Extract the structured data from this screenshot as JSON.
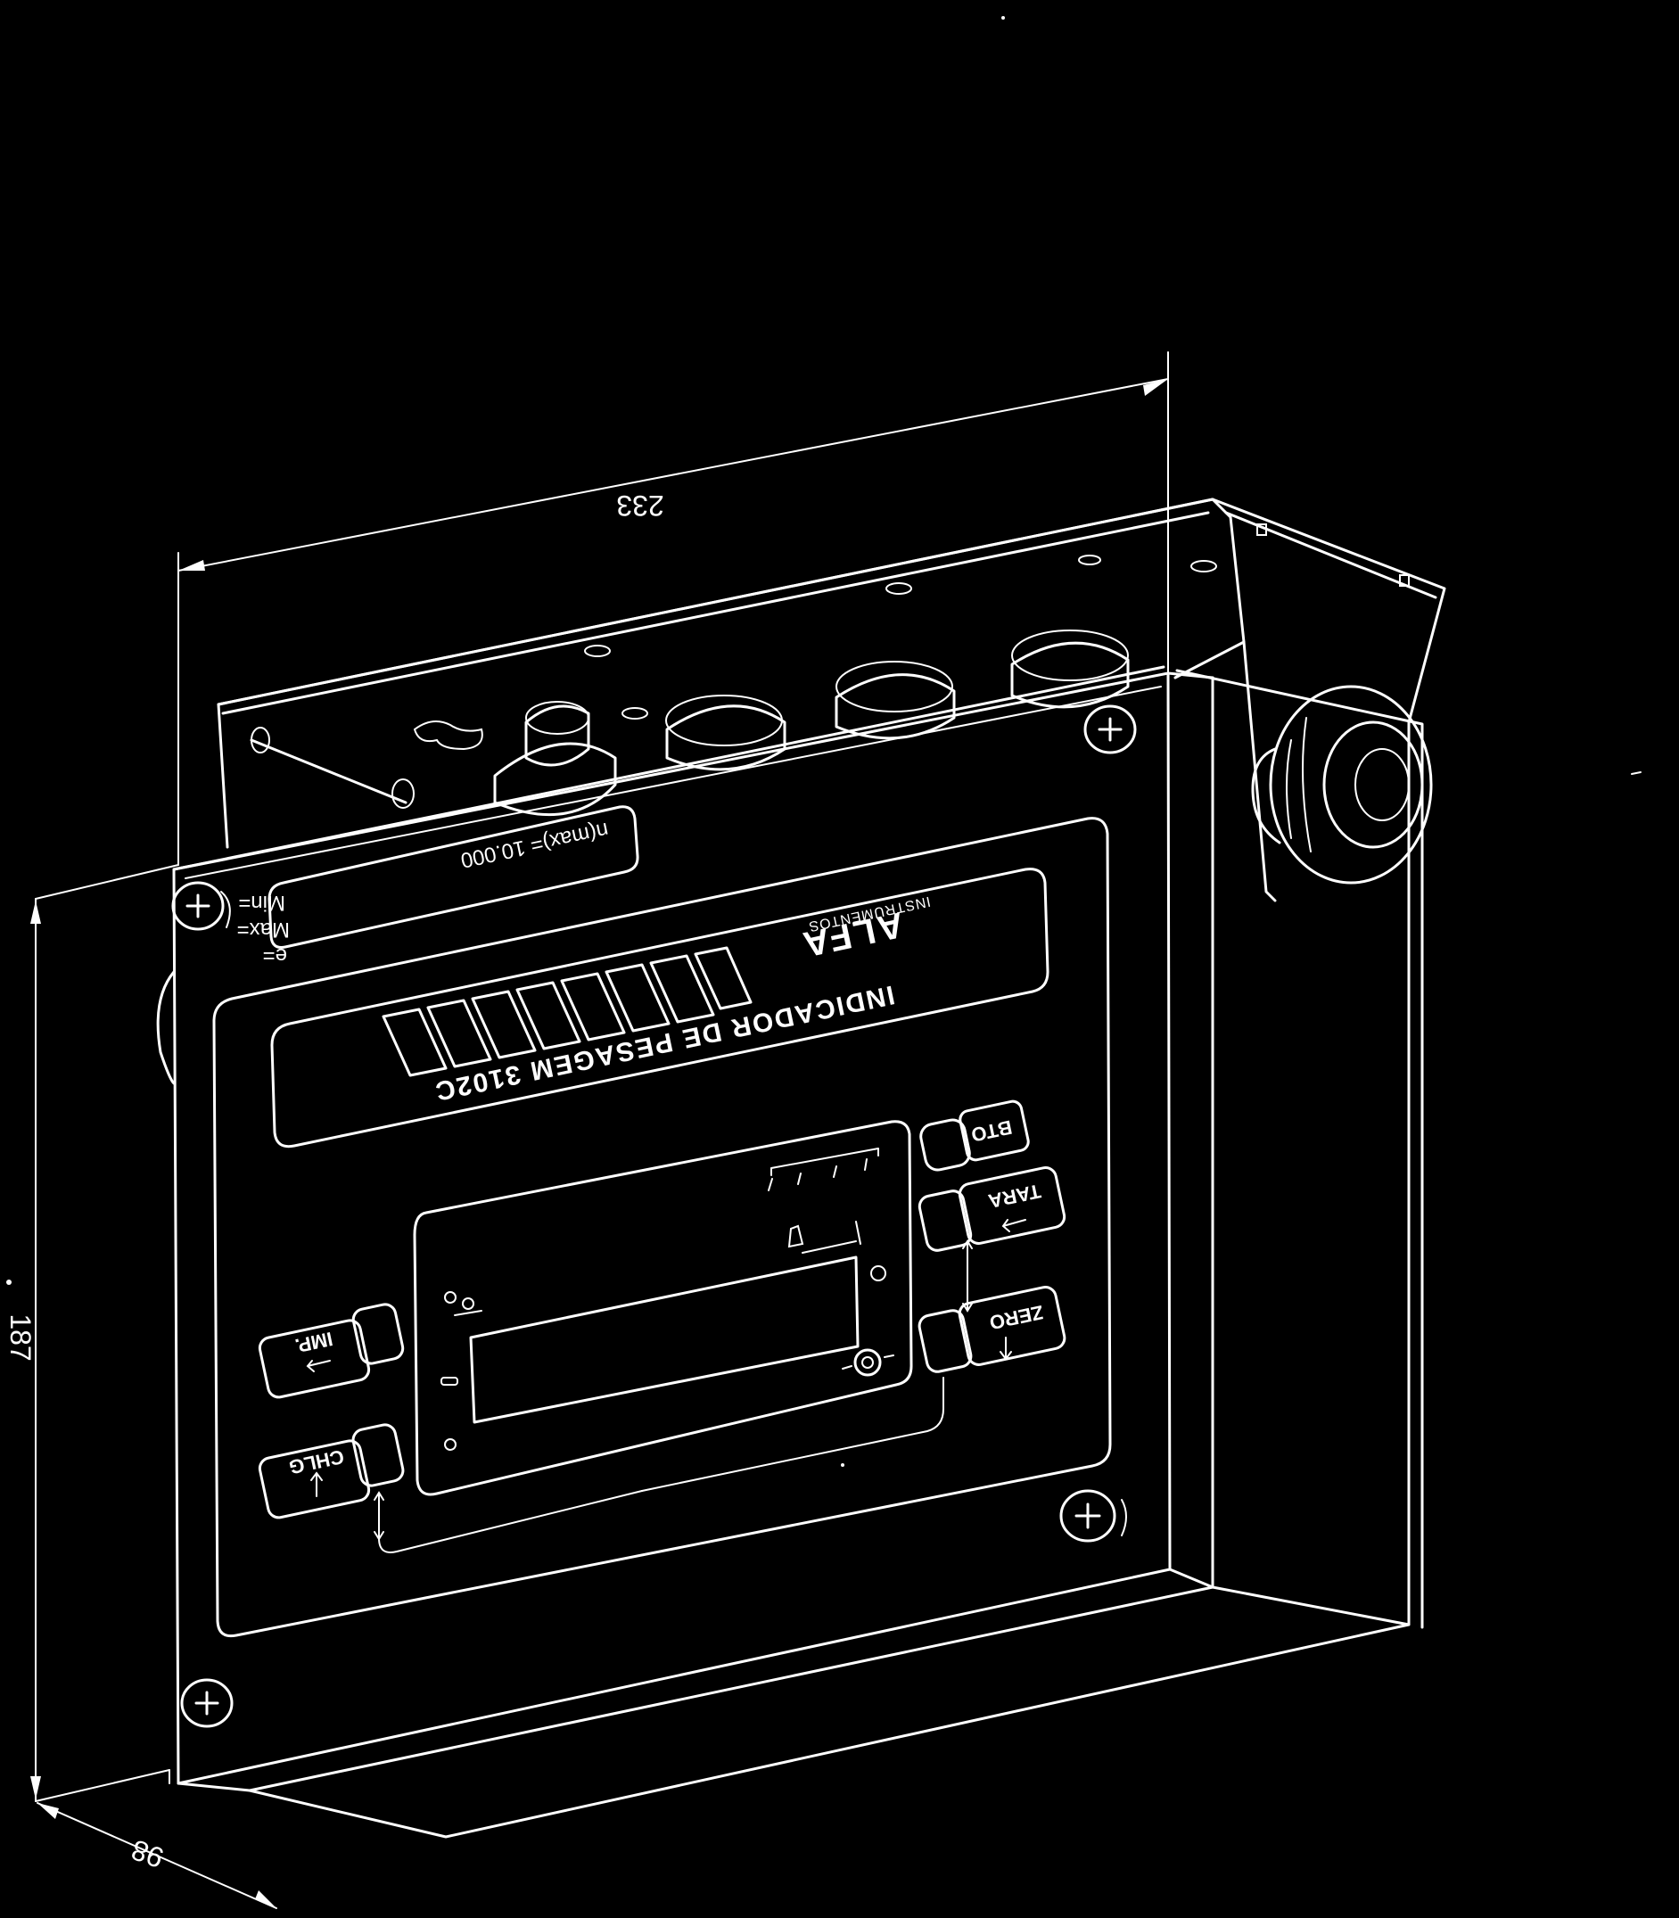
{
  "dimensions": {
    "width": "233",
    "height": "187",
    "depth": "98"
  },
  "data_plate": {
    "min_label": "Min=",
    "max_label": "Max=",
    "e_label": "e=",
    "n_max_label": "n(max)= 10.000"
  },
  "front_panel": {
    "brand": "ALFA",
    "brand_subtitle": "INSTRUMENTOS",
    "title": "INDICADOR DE PESAGEM 3102C"
  },
  "buttons": {
    "right_top": "BTO",
    "right_middle": "TARA",
    "right_bottom": "ZERO",
    "left_top": "IMP.",
    "left_bottom": "CHLG"
  },
  "colors": {
    "background": "#000000",
    "linework": "#ffffff"
  }
}
